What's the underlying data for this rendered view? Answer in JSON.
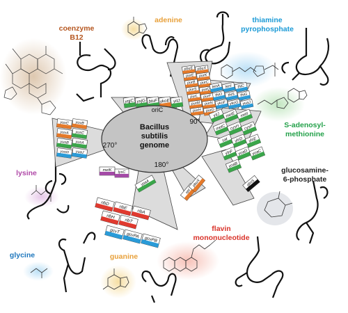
{
  "colors": {
    "cobalamin": "#b5561f",
    "adenine": "#e8a03a",
    "tpp": "#1b9ad6",
    "sam": "#24a14a",
    "glcn6p": "#222222",
    "lysine": "#b04aa8",
    "glycine": "#1e77bd",
    "guanine": "#e8a03a",
    "fmn": "#d9332a",
    "box_red": "#e03a2f",
    "box_green": "#3aa64a",
    "box_blue": "#2a9bd8",
    "box_orange": "#e57a2a",
    "box_purple": "#a34aa6",
    "box_black": "#111111"
  },
  "genome": {
    "line1": "Bacillus",
    "line2": "subtilis",
    "line3": "genome",
    "origin": "oriC",
    "deg90": "90°",
    "deg180": "180°",
    "deg270": "270°"
  },
  "riboswitches": {
    "cobalamin": {
      "line1": "coenzyme",
      "line2": "B12"
    },
    "adenine": {
      "line1": "adenine"
    },
    "tpp": {
      "line1": "thiamine",
      "line2": "pyrophosphate"
    },
    "sam": {
      "line1": "S-adenosyl-",
      "line2": "methionine"
    },
    "glcn6p": {
      "line1": "glucosamine-",
      "line2": "6-phosphate"
    },
    "lysine": {
      "line1": "lysine"
    },
    "glycine": {
      "line1": "glycine"
    },
    "guanine": {
      "line1": "guanine"
    },
    "fmn": {
      "line1": "flavin",
      "line2": "mononucleotide"
    }
  },
  "gene_groups": {
    "top_small": [
      {
        "label": "yqjC",
        "color": "box_green"
      },
      {
        "label": "yxjG",
        "color": "box_green"
      },
      {
        "label": "btuF",
        "color": "box_green"
      },
      {
        "label": "ykoE",
        "color": "box_orange"
      },
      {
        "label": "yitJ",
        "color": "box_green"
      }
    ],
    "purine": [
      "pbuE",
      "pbuX",
      "purE",
      "purK",
      "purB",
      "purC",
      "purS",
      "purQ",
      "purL",
      "purF",
      "purM",
      "purN",
      "purH",
      "purD"
    ],
    "tpp_genes": [
      "tenA",
      "tenI",
      "thiC",
      "thiO",
      "thiS",
      "thiG",
      "ykoF",
      "ykoG",
      "yuaJ"
    ],
    "sam_genes": [
      "yitJ",
      "metE",
      "metI",
      "metC",
      "cysH",
      "cysP",
      "sat",
      "ylnD",
      "ylnE",
      "ylnF",
      "yoaD",
      "yoaC",
      "yoaB"
    ],
    "left_genes": [
      "yuvC",
      "yuvB",
      "yuvA",
      "yusC",
      "yusB",
      "yusA",
      "yvsH",
      "yuaJ"
    ],
    "metK": "metK",
    "lysC": "lysC",
    "ypaA": "ypaA",
    "xpt": "xpt",
    "pbuX": "pbuX",
    "rib_row1": [
      "ribD",
      "ribE",
      "ribA"
    ],
    "rib_row2": [
      "ribH",
      "ribT"
    ],
    "gcv_row": [
      "gcvT",
      "gcvPA",
      "gcvPB"
    ],
    "glms": "glmS",
    "yoaD": "yoaD",
    "yoaC": "yoaC",
    "yoaB": "yoaB",
    "ylnD": "ylnD",
    "ylnE": "ylnE",
    "ylnF": "ylnF",
    "cysH": "cysH",
    "cysP": "cysP",
    "sat": "sat",
    "cysC": "cysC"
  }
}
